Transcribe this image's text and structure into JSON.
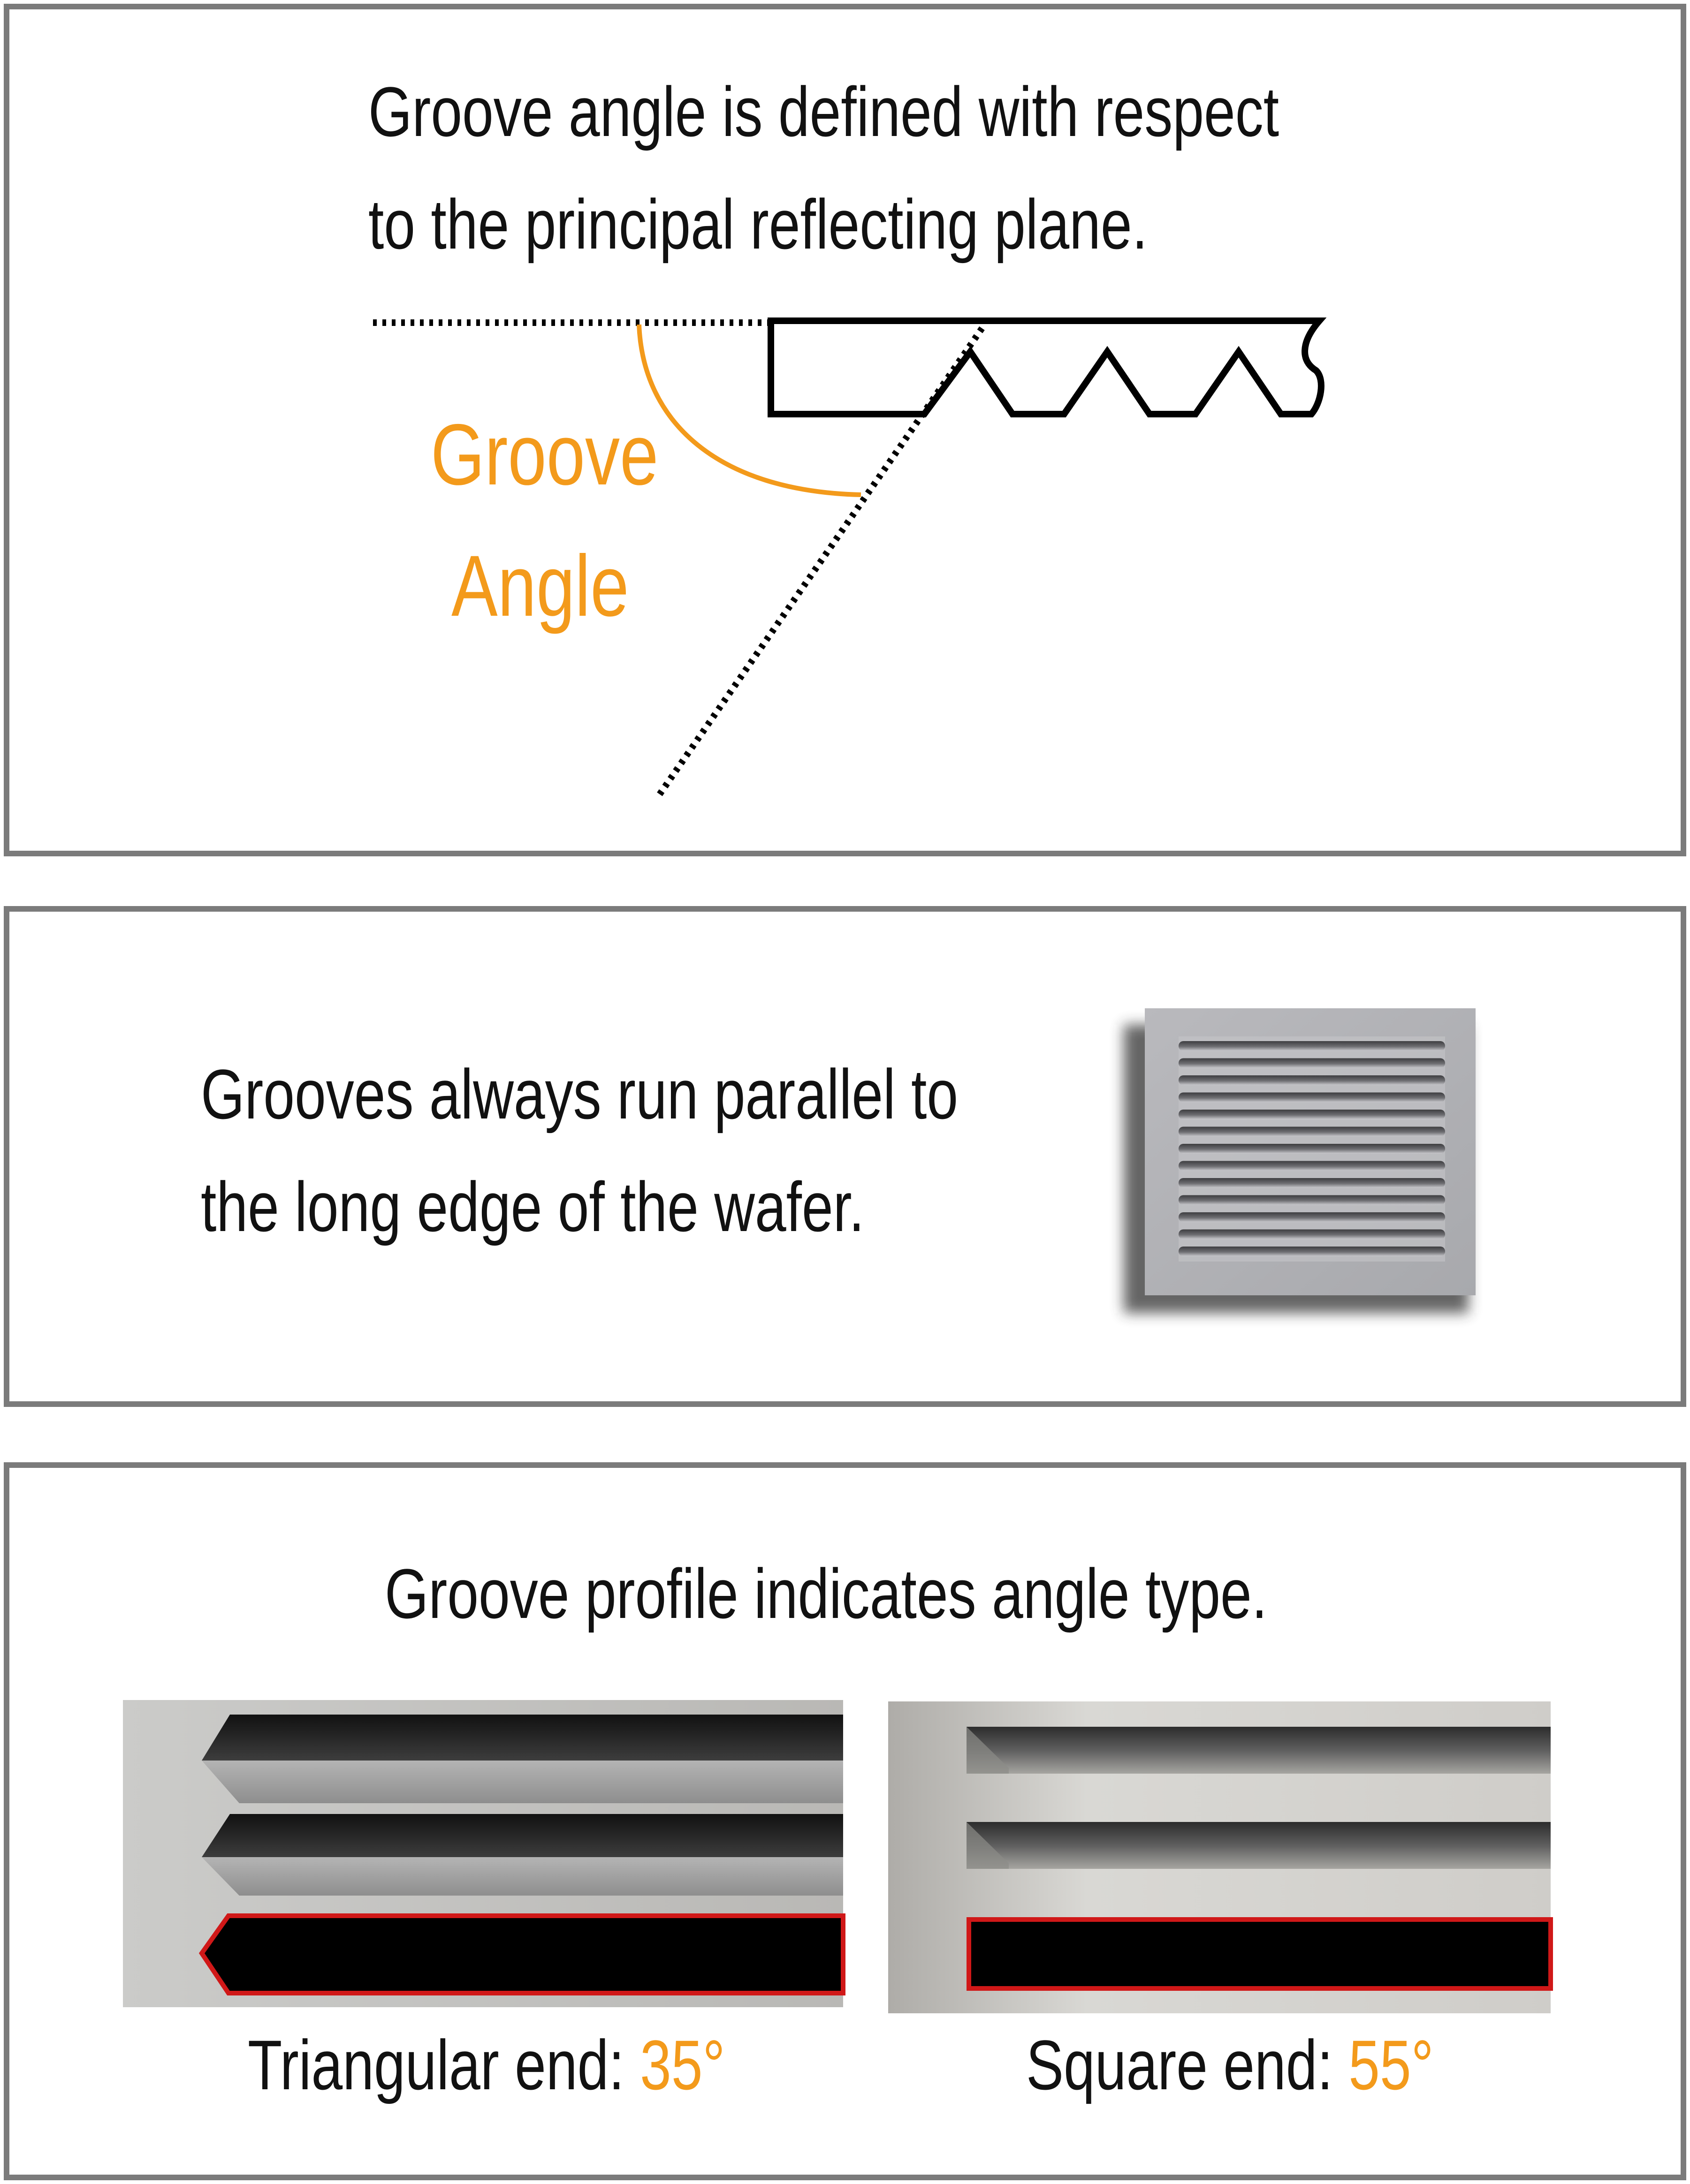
{
  "colors": {
    "accent": "#f39a1b",
    "border": "#7b7b7b",
    "highlight_outline": "#d01818",
    "text": "#111111"
  },
  "panel_angle": {
    "caption_line1": "Groove angle is defined with respect",
    "caption_line2": "to the principal reflecting plane.",
    "angle_label_line1": "Groove",
    "angle_label_line2": "Angle"
  },
  "panel_direction": {
    "caption_line1": "Grooves always run parallel to",
    "caption_line2": "the long edge of the wafer."
  },
  "panel_profile": {
    "caption": "Groove profile indicates angle type.",
    "triangular": {
      "label": "Triangular end:",
      "value": "35°"
    },
    "square": {
      "label": "Square end:",
      "value": "55°"
    }
  }
}
